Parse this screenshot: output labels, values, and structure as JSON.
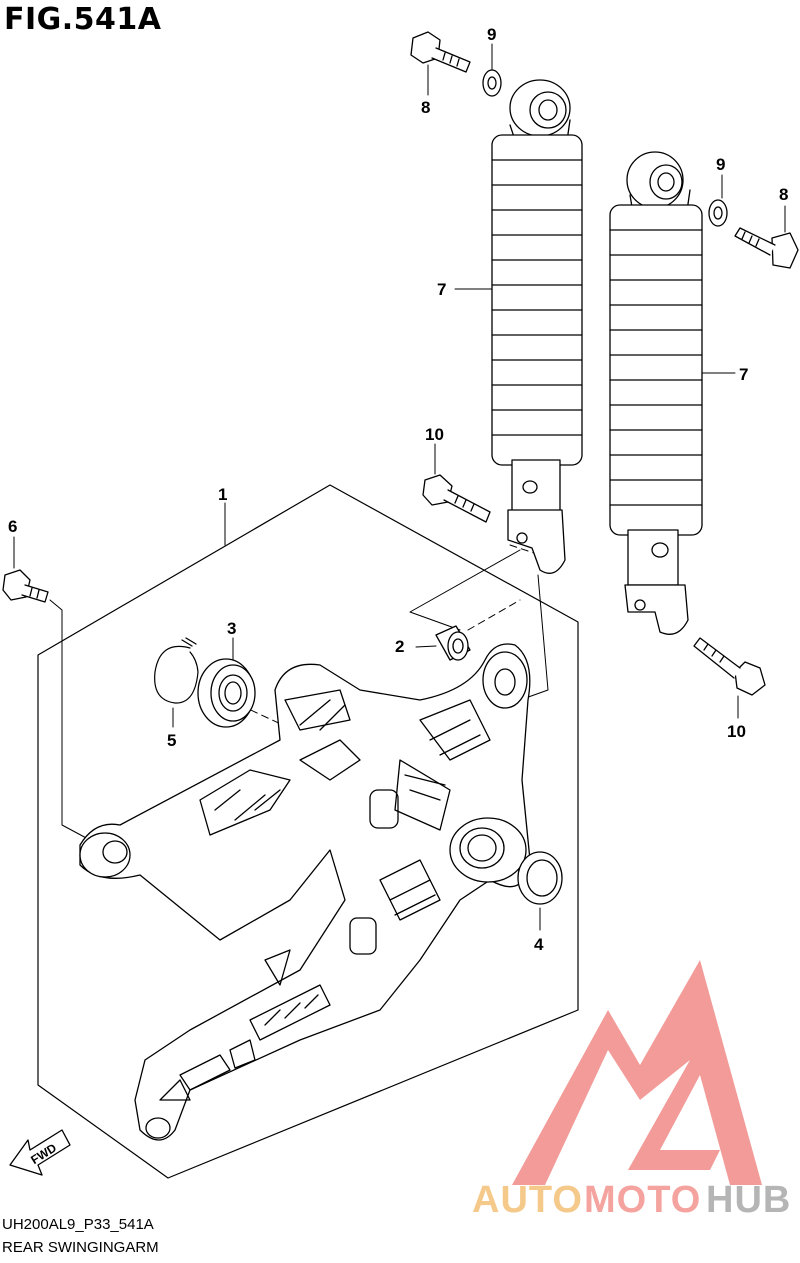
{
  "figure": {
    "title": "FIG.541A"
  },
  "callouts": [
    "1",
    "2",
    "3",
    "4",
    "5",
    "6",
    "7",
    "7",
    "8",
    "8",
    "9",
    "9",
    "10",
    "10"
  ],
  "fwd_label": "FWD",
  "caption": {
    "code": "UH200AL9_P33_541A",
    "name": "REAR SWINGINGARM"
  },
  "watermark": {
    "part1": "AUTO",
    "part2": "MOTO",
    "part3": "HUB",
    "colors": {
      "auto": "#f5c98a",
      "moto": "#f4a39f",
      "hub": "#b5b5b5",
      "logo": "#f08a86"
    }
  }
}
